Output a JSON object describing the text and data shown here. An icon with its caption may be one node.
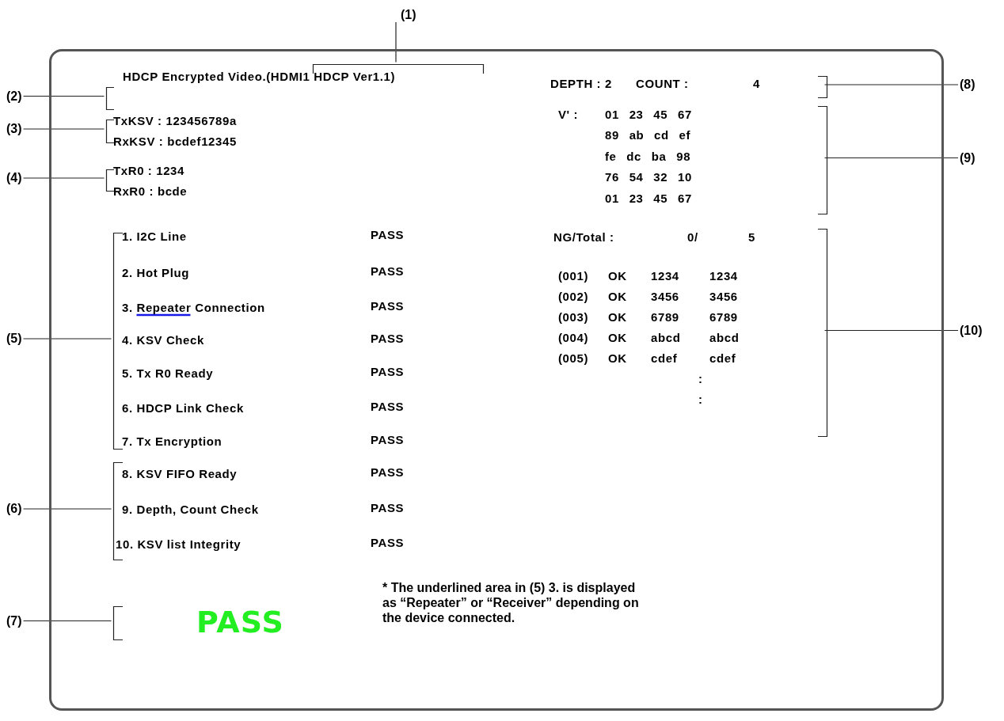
{
  "diagram": {
    "nodes": [
      {
        "text": [],
        "shape": "box"
      },
      {
        "text": [
          "(1)"
        ]
      },
      {
        "text": [],
        "shape": "bracket",
        "in": 0
      },
      {
        "text": [
          "(2)"
        ]
      },
      {
        "text": [],
        "shape": "bracket",
        "in": 0
      },
      {
        "text": [
          "(3)"
        ]
      },
      {
        "text": [],
        "shape": "bracket",
        "in": 0
      },
      {
        "text": [
          "(4)"
        ]
      },
      {
        "text": [],
        "shape": "bracket",
        "in": 0
      },
      {
        "text": [
          "(5)"
        ]
      },
      {
        "text": [],
        "shape": "bracket",
        "in": 0
      },
      {
        "text": [
          "(6)"
        ]
      },
      {
        "text": [],
        "shape": "bracket",
        "in": 0
      },
      {
        "text": [
          "(7)"
        ]
      },
      {
        "text": [],
        "shape": "bracket",
        "in": 0
      },
      {
        "text": [
          "(8)"
        ]
      },
      {
        "text": [],
        "shape": "bracket",
        "in": 0
      },
      {
        "text": [
          "(9)"
        ]
      },
      {
        "text": [],
        "shape": "bracket",
        "in": 0
      },
      {
        "text": [
          "(10)"
        ]
      },
      {
        "text": [],
        "shape": "bracket",
        "in": 0
      }
    ],
    "edges": [
      {
        "from": 1,
        "to": 2,
        "arrow": "none"
      },
      {
        "from": 3,
        "to": 4,
        "arrow": "none"
      },
      {
        "from": 5,
        "to": 6,
        "arrow": "none"
      },
      {
        "from": 7,
        "to": 8,
        "arrow": "none"
      },
      {
        "from": 9,
        "to": 10,
        "arrow": "none"
      },
      {
        "from": 11,
        "to": 12,
        "arrow": "none"
      },
      {
        "from": 13,
        "to": 14,
        "arrow": "none"
      },
      {
        "from": 15,
        "to": 16,
        "arrow": "none"
      },
      {
        "from": 17,
        "to": 18,
        "arrow": "none"
      },
      {
        "from": 19,
        "to": 20,
        "arrow": "none"
      }
    ],
    "labels": [
      "HDCP Encrypted Video.(HDMI1 HDCP Ver1.1)",
      "TxKSV : 123456789a",
      "RxKSV : bcdef12345",
      "TxR0 : 1234",
      "RxR0 : bcde",
      "1. I2C Line",
      "PASS",
      "2. Hot Plug",
      "PASS",
      "3. Repeater Connection",
      "PASS",
      "4. KSV Check",
      "PASS",
      "5. Tx R0 Ready",
      "PASS",
      "6. HDCP Link Check",
      "PASS",
      "7. Tx Encryption",
      "PASS",
      "8. KSV FIFO Ready",
      "PASS",
      "9. Depth, Count Check",
      "PASS",
      "10. KSV list Integrity",
      "PASS",
      "PASS",
      "* The underlined area in (5) 3. is displayed as “Repeater” or “Receiver” depending on the device connected.",
      "DEPTH : 2",
      "COUNT :",
      "4",
      "V' :",
      "01 23 45 67",
      "89 ab cd ef",
      "fe dc ba 98",
      "76 54 32 10",
      "01 23 45 67",
      "NG/Total :",
      "0/",
      "5",
      "(001)",
      "OK",
      "1234",
      "1234",
      "(002)",
      "OK",
      "3456",
      "3456",
      "(003)",
      "OK",
      "6789",
      "6789",
      "(004)",
      "OK",
      "abcd",
      "abcd",
      "(005)",
      "OK",
      "cdef",
      "cdef",
      ":",
      ":"
    ]
  }
}
